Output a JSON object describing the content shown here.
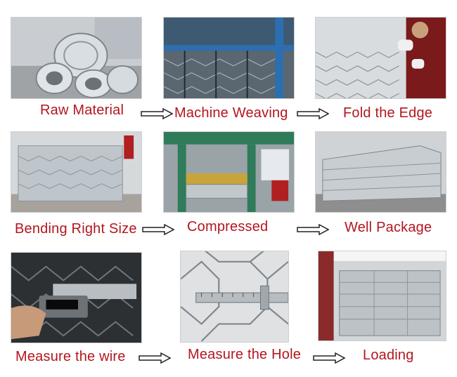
{
  "steps": [
    {
      "label": "Raw Material"
    },
    {
      "label": "Machine Weaving"
    },
    {
      "label": "Fold the Edge"
    },
    {
      "label": "Bending Right Size"
    },
    {
      "label": "Compressed"
    },
    {
      "label": "Well Package"
    },
    {
      "label": "Measure the wire"
    },
    {
      "label": "Measure the Hole"
    },
    {
      "label": "Loading"
    }
  ],
  "colors": {
    "label": "#b3161f",
    "arrow": "#222222"
  }
}
